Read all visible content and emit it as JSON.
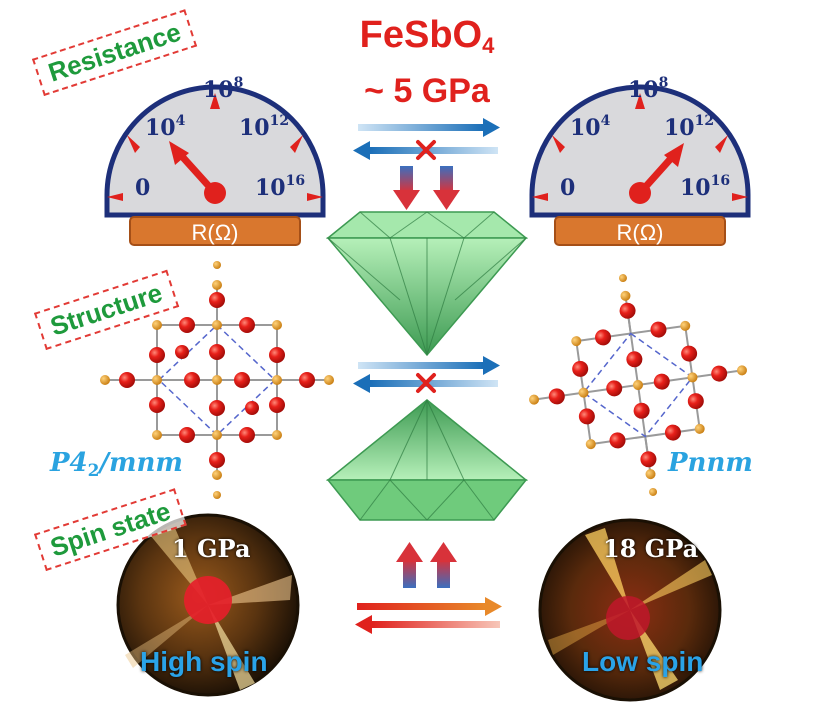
{
  "title": {
    "formula": "FeSbO",
    "subscript": "4",
    "pressure": "~ 5 GPa"
  },
  "labels": {
    "resistance": "Resistance",
    "structure": "Structure",
    "spin_state": "Spin state"
  },
  "resistance_gauge": {
    "ticks": [
      {
        "base": "0",
        "exp": ""
      },
      {
        "base": "10",
        "exp": "4"
      },
      {
        "base": "10",
        "exp": "8"
      },
      {
        "base": "10",
        "exp": "12"
      },
      {
        "base": "10",
        "exp": "16"
      }
    ],
    "unit": "R(Ω)",
    "left_reading": "10^4",
    "right_reading": "10^12"
  },
  "structure": {
    "left_space_group": {
      "main": "P4",
      "sub": "2",
      "rest": "/mnm"
    },
    "right_space_group": "Pnnm"
  },
  "spin": {
    "left": {
      "pressure": "1 GPa",
      "state": "High spin"
    },
    "right": {
      "pressure": "18 GPa",
      "state": "Low spin"
    }
  },
  "colors": {
    "title_red": "#e0211d",
    "tag_green": "#1e9a3c",
    "tag_border": "#e23a35",
    "space_group_blue": "#2aa3e0",
    "gauge_face": "#d9d9dc",
    "gauge_rim": "#1d2f7a",
    "gauge_base": "#d9772e",
    "diamond_green": "#7fd98a",
    "atom_red": "#e8201a",
    "atom_orange": "#e39a1e"
  }
}
